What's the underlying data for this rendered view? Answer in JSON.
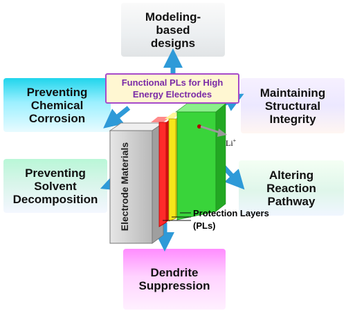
{
  "center_title": "Functional PLs for High Energy Electrodes",
  "electrode_label": "Electrode Materials",
  "protection_label": "Protection Layers (PLs)",
  "ion_label": "Li",
  "ion_charge": "+",
  "outcomes": {
    "modeling": "Modeling-based designs",
    "corrosion": "Preventing Chemical Corrosion",
    "structural": "Maintaining Structural Integrity",
    "solvent": "Preventing Solvent Decomposition",
    "pathway": "Altering Reaction Pathway",
    "dendrite": "Dendrite Suppression"
  },
  "colors": {
    "arrow": "#2e9ad8",
    "layer_red": "#ff2a2a",
    "layer_yellow": "#f6e61a",
    "layer_green": "#39d43a",
    "electrode_gray": "#c9c9c9",
    "title_border": "#a64ac9",
    "title_text": "#7a2aa6"
  }
}
